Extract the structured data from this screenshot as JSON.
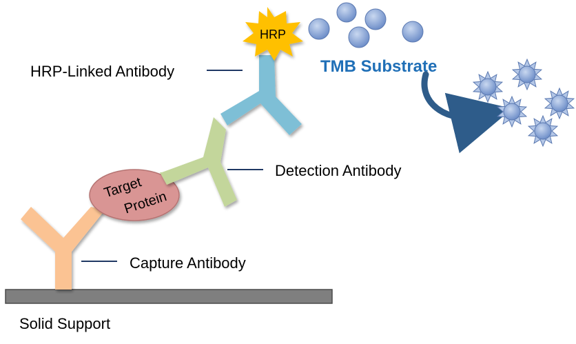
{
  "labels": {
    "hrp_linked_antibody": "HRP-Linked Antibody",
    "detection_antibody": "Detection Antibody",
    "capture_antibody": "Capture Antibody",
    "solid_support": "Solid Support",
    "tmb_substrate": "TMB Substrate",
    "hrp": "HRP",
    "target_line1": "Target",
    "target_line2": "Protein"
  },
  "colors": {
    "capture_antibody": "#fbc393",
    "detection_antibody": "#c3d69b",
    "hrp_antibody": "#7ebfd6",
    "target_protein": "#d99594",
    "hrp_burst": "#ffc000",
    "tmb_text": "#1f6fb7",
    "substrate_sphere": "#8eaadb",
    "support_bar": "#7f7f7f",
    "leader_line": "#1f3864",
    "arrow": "#2e5c8a"
  }
}
